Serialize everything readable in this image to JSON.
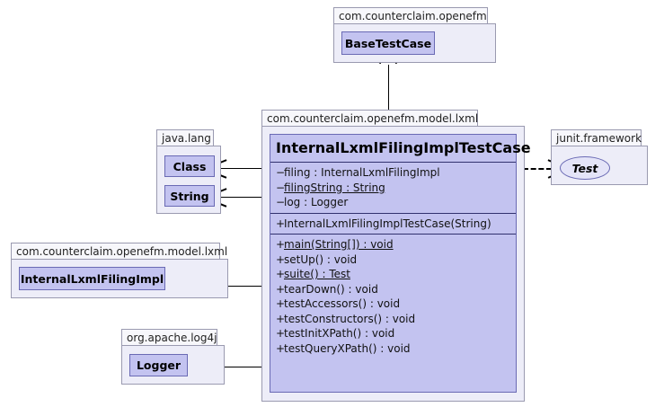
{
  "diagram": {
    "type": "uml-class-diagram",
    "title": "InternalLxmlFilingImplTestCase UML class diagram"
  },
  "packages": {
    "base": {
      "label": "com.counterclaim.openefm"
    },
    "main": {
      "label": "com.counterclaim.openefm.model.lxml"
    },
    "javalang": {
      "label": "java.lang"
    },
    "junit": {
      "label": "junit.framework"
    },
    "modellxml": {
      "label": "com.counterclaim.openefm.model.lxml"
    },
    "log4j": {
      "label": "org.apache.log4j"
    }
  },
  "nodes": {
    "base_test_case": {
      "label": "BaseTestCase"
    },
    "class_node": {
      "label": "Class"
    },
    "string_node": {
      "label": "String"
    },
    "test_interface": {
      "label": "Test"
    },
    "internal_filing_impl": {
      "label": "InternalLxmlFilingImpl"
    },
    "logger": {
      "label": "Logger"
    }
  },
  "main_class": {
    "name": "InternalLxmlFilingImplTestCase",
    "attributes": [
      {
        "visibility": "−",
        "text": "filing : InternalLxmlFilingImpl",
        "static": false
      },
      {
        "visibility": "−",
        "text": "filingString : String",
        "static": true
      },
      {
        "visibility": "−",
        "text": "log : Logger",
        "static": false
      }
    ],
    "constructors": [
      {
        "visibility": "+",
        "text": "InternalLxmlFilingImplTestCase(String)",
        "static": false
      }
    ],
    "methods": [
      {
        "visibility": "+",
        "text": "main(String[]) : void",
        "static": true
      },
      {
        "visibility": "+",
        "text": "setUp() : void",
        "static": false
      },
      {
        "visibility": "+",
        "text": "suite() : Test",
        "static": true
      },
      {
        "visibility": "+",
        "text": "tearDown() : void",
        "static": false
      },
      {
        "visibility": "+",
        "text": "testAccessors() : void",
        "static": false
      },
      {
        "visibility": "+",
        "text": "testConstructors() : void",
        "static": false
      },
      {
        "visibility": "+",
        "text": "testInitXPath() : void",
        "static": false
      },
      {
        "visibility": "+",
        "text": "testQueryXPath() : void",
        "static": false
      }
    ]
  },
  "colors": {
    "class_fill": "#c3c3f0",
    "class_border": "#6a6ab4",
    "package_body": "#ededf8",
    "package_tab": "#f7f7fb",
    "package_border": "#9a9ab0",
    "interface_fill": "#e4e4f8",
    "edge": "#000000",
    "background": "#ffffff"
  },
  "relationships": [
    {
      "name": "generalization",
      "from": "InternalLxmlFilingImplTestCase",
      "to": "BaseTestCase",
      "style": "solid-hollow-triangle"
    },
    {
      "name": "realization",
      "from": "InternalLxmlFilingImplTestCase",
      "to": "Test",
      "style": "dashed-open-arrow"
    },
    {
      "name": "dependency-class",
      "from": "InternalLxmlFilingImplTestCase",
      "to": "Class",
      "style": "solid-open-arrow"
    },
    {
      "name": "dependency-string",
      "from": "InternalLxmlFilingImplTestCase",
      "to": "String",
      "style": "solid-open-arrow"
    },
    {
      "name": "dependency-internal-filing-impl",
      "from": "InternalLxmlFilingImplTestCase",
      "to": "InternalLxmlFilingImpl",
      "style": "solid-open-arrow"
    },
    {
      "name": "dependency-logger",
      "from": "InternalLxmlFilingImplTestCase",
      "to": "Logger",
      "style": "solid-open-arrow"
    }
  ]
}
